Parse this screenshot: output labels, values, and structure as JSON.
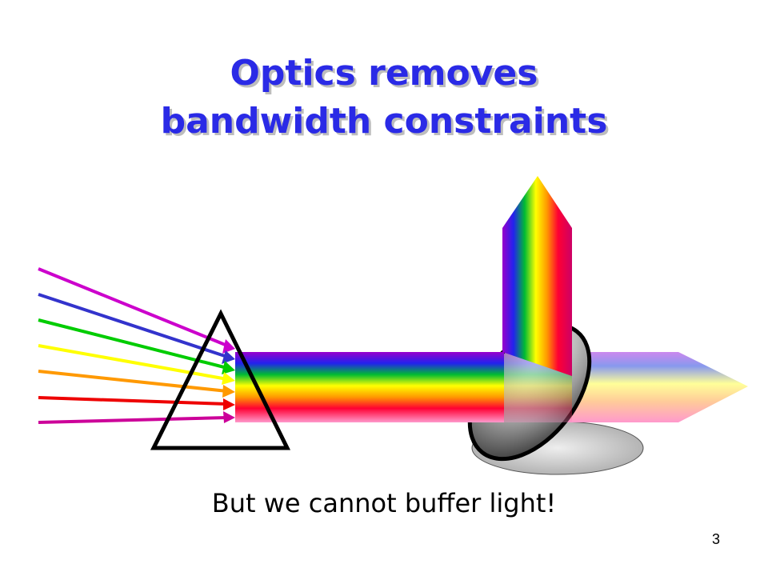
{
  "slide": {
    "title_line1": "Optics removes",
    "title_line2": "bandwidth constraints",
    "caption": "But we cannot buffer light!",
    "page_number": "3"
  },
  "colors": {
    "title": "#2a2ae6",
    "title_shadow": "#bdbdbd",
    "rays": [
      "#cc00cc",
      "#3333cc",
      "#00cc00",
      "#ffff00",
      "#ff9900",
      "#ee0000",
      "#cc0099"
    ]
  },
  "icons": {
    "prism": "triangle-outline",
    "mirror": "tilted-disc",
    "beam": "spectrum-band"
  }
}
